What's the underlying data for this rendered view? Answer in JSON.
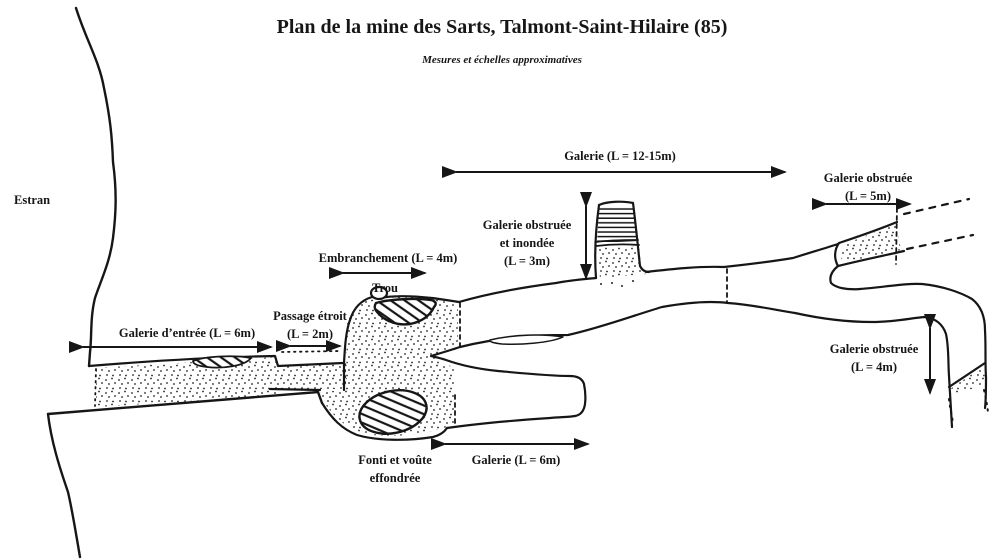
{
  "title": "Plan de la mine des Sarts, Talmont-Saint-Hilaire (85)",
  "subtitle": "Mesures et échelles approximatives",
  "colors": {
    "ink": "#161616",
    "background": "#ffffff"
  },
  "labels": {
    "estran": "Estran",
    "gallery_main": "Galerie (L = 12-15m)",
    "gallery_obstructed_5m": {
      "line1": "Galerie obstruée",
      "line2": "(L = 5m)"
    },
    "gallery_obstructed_flooded": {
      "line1": "Galerie obstruée",
      "line2": "et inondée",
      "line3": "(L = 3m)"
    },
    "junction": "Embranchement (L = 4m)",
    "hole": "Trou",
    "narrow_passage": {
      "line1": "Passage étroit",
      "line2": "(L = 2m)"
    },
    "entrance_gallery": "Galerie d’entrée (L = 6m)",
    "gallery_obstructed_4m": {
      "line1": "Galerie obstruée",
      "line2": "(L = 4m)"
    },
    "gallery_6m": "Galerie (L = 6m)",
    "collapse": {
      "line1": "Fonti et voûte",
      "line2": "effondrée"
    }
  }
}
